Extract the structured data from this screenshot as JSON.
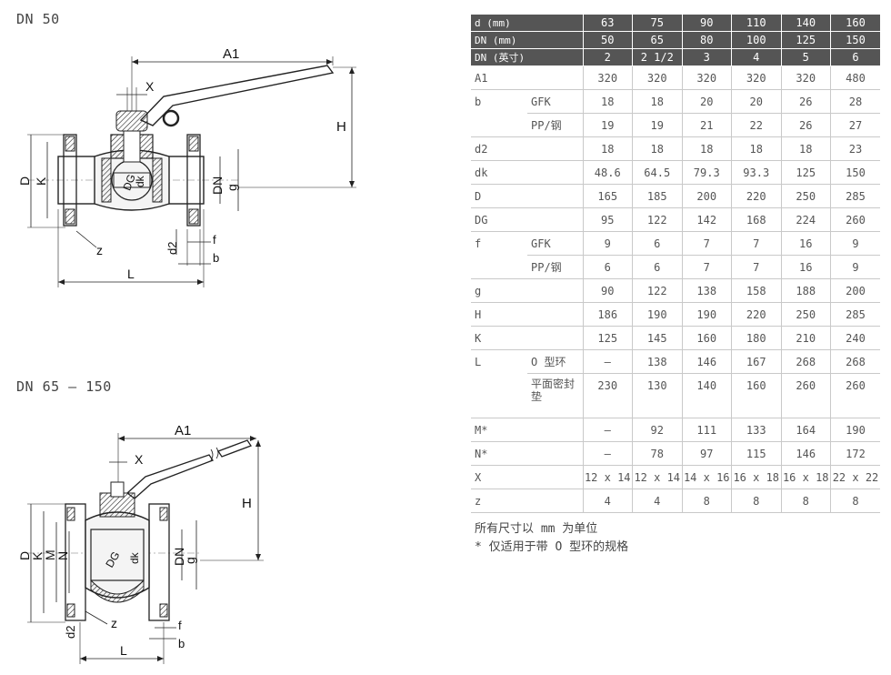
{
  "sections": {
    "dn50_label": "DN 50",
    "dn65_label": "DN 65 – 150"
  },
  "drawing_labels": {
    "a1": "A1",
    "x": "X",
    "h": "H",
    "d": "D",
    "k": "K",
    "n": "N",
    "m": "M",
    "dg": "DG",
    "dk": "dk",
    "dn": "DN",
    "g": "g",
    "z": "z",
    "d2": "d2",
    "f": "f",
    "b": "b",
    "l": "L"
  },
  "table": {
    "header_rows": [
      {
        "label": "d (mm)",
        "values": [
          "63",
          "75",
          "90",
          "110",
          "140",
          "160"
        ]
      },
      {
        "label": "DN (mm)",
        "values": [
          "50",
          "65",
          "80",
          "100",
          "125",
          "150"
        ]
      },
      {
        "label": "DN (英寸)",
        "values": [
          "2",
          "2 1/2",
          "3",
          "4",
          "5",
          "6"
        ]
      }
    ],
    "rows": [
      {
        "label": "A1",
        "sub": "",
        "values": [
          "320",
          "320",
          "320",
          "320",
          "320",
          "480"
        ]
      },
      {
        "label": "b",
        "sub": "GFK",
        "values": [
          "18",
          "18",
          "20",
          "20",
          "26",
          "28"
        ]
      },
      {
        "label": "",
        "sub": "PP/钢",
        "values": [
          "19",
          "19",
          "21",
          "22",
          "26",
          "27"
        ]
      },
      {
        "label": "d2",
        "sub": "",
        "values": [
          "18",
          "18",
          "18",
          "18",
          "18",
          "23"
        ]
      },
      {
        "label": "dk",
        "sub": "",
        "values": [
          "48.6",
          "64.5",
          "79.3",
          "93.3",
          "125",
          "150"
        ]
      },
      {
        "label": "D",
        "sub": "",
        "values": [
          "165",
          "185",
          "200",
          "220",
          "250",
          "285"
        ]
      },
      {
        "label": "DG",
        "sub": "",
        "values": [
          "95",
          "122",
          "142",
          "168",
          "224",
          "260"
        ]
      },
      {
        "label": "f",
        "sub": "GFK",
        "values": [
          "9",
          "6",
          "7",
          "7",
          "16",
          "9"
        ]
      },
      {
        "label": "",
        "sub": "PP/钢",
        "values": [
          "6",
          "6",
          "7",
          "7",
          "16",
          "9"
        ]
      },
      {
        "label": "g",
        "sub": "",
        "values": [
          "90",
          "122",
          "138",
          "158",
          "188",
          "200"
        ]
      },
      {
        "label": "H",
        "sub": "",
        "values": [
          "186",
          "190",
          "190",
          "220",
          "250",
          "285"
        ]
      },
      {
        "label": "K",
        "sub": "",
        "values": [
          "125",
          "145",
          "160",
          "180",
          "210",
          "240"
        ]
      },
      {
        "label": "L",
        "sub": "O 型环",
        "values": [
          "–",
          "138",
          "146",
          "167",
          "268",
          "268"
        ]
      },
      {
        "label": "",
        "sub": "平面密封垫",
        "values": [
          "230",
          "130",
          "140",
          "160",
          "260",
          "260"
        ]
      },
      {
        "label": "M*",
        "sub": "",
        "values": [
          "–",
          "92",
          "111",
          "133",
          "164",
          "190"
        ]
      },
      {
        "label": "N*",
        "sub": "",
        "values": [
          "–",
          "78",
          "97",
          "115",
          "146",
          "172"
        ]
      },
      {
        "label": "X",
        "sub": "",
        "values": [
          "12 x 14",
          "12 x 14",
          "14 x 16",
          "16 x 18",
          "16 x 18",
          "22 x 22"
        ]
      },
      {
        "label": "z",
        "sub": "",
        "values": [
          "4",
          "4",
          "8",
          "8",
          "8",
          "8"
        ]
      }
    ]
  },
  "notes": {
    "units": "所有尺寸以 mm 为单位",
    "footnote": "* 仅适用于带 O 型环的规格"
  }
}
